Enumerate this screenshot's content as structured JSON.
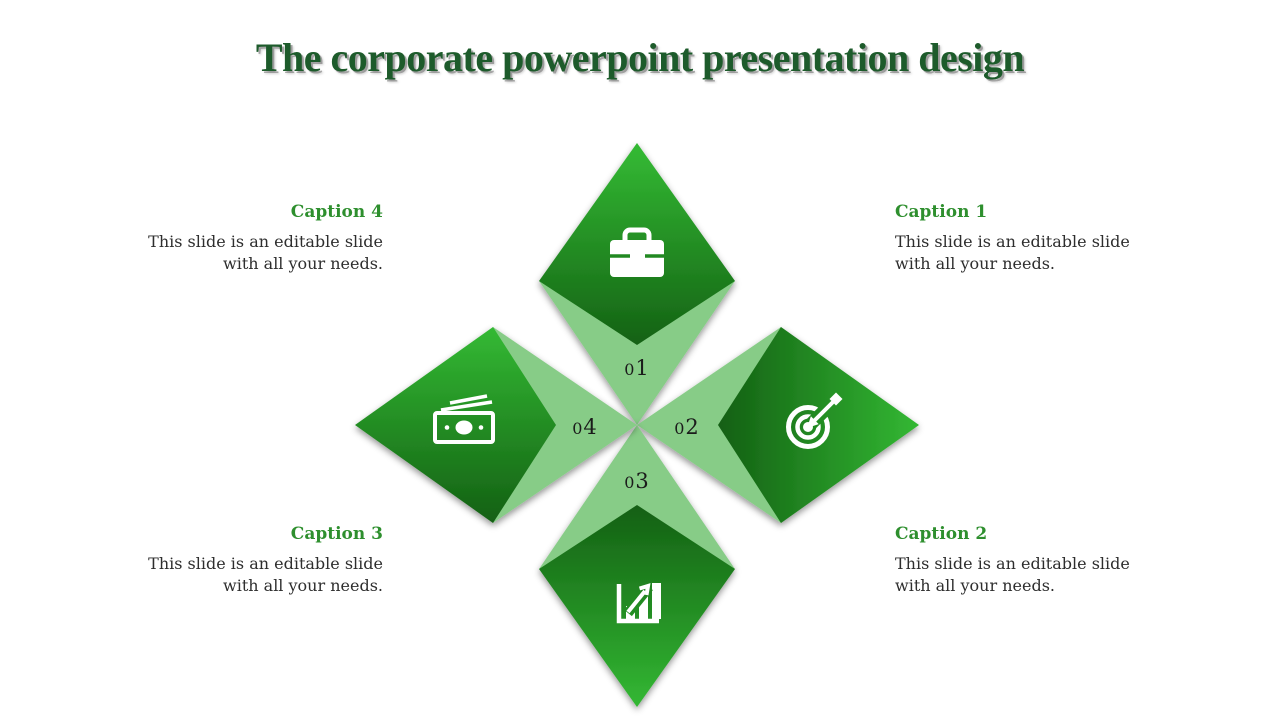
{
  "title": "The corporate powerpoint presentation design",
  "items": [
    {
      "number": "01",
      "icon": "briefcase-icon",
      "caption_title": "Caption 1",
      "caption_body": "This slide is an editable slide with all your needs."
    },
    {
      "number": "02",
      "icon": "target-icon",
      "caption_title": "Caption 2",
      "caption_body": "This slide is an editable slide with all your needs."
    },
    {
      "number": "03",
      "icon": "bar-chart-icon",
      "caption_title": "Caption 3",
      "caption_body": "This slide is an editable slide with all your needs."
    },
    {
      "number": "04",
      "icon": "money-icon",
      "caption_title": "Caption 4",
      "caption_body": "This slide is an editable slide with all your needs."
    }
  ],
  "colors": {
    "title_green": "#1d5b2b",
    "caption_green": "#2e8f2e",
    "diamond_gradient_bright": "#33b833",
    "diamond_gradient_dark": "#146114",
    "arrow_light_green": "#87cc87",
    "number_color": "#1b1b1b",
    "body_text": "#2e2e2e",
    "icon_color": "#ffffff",
    "background": "#ffffff"
  }
}
